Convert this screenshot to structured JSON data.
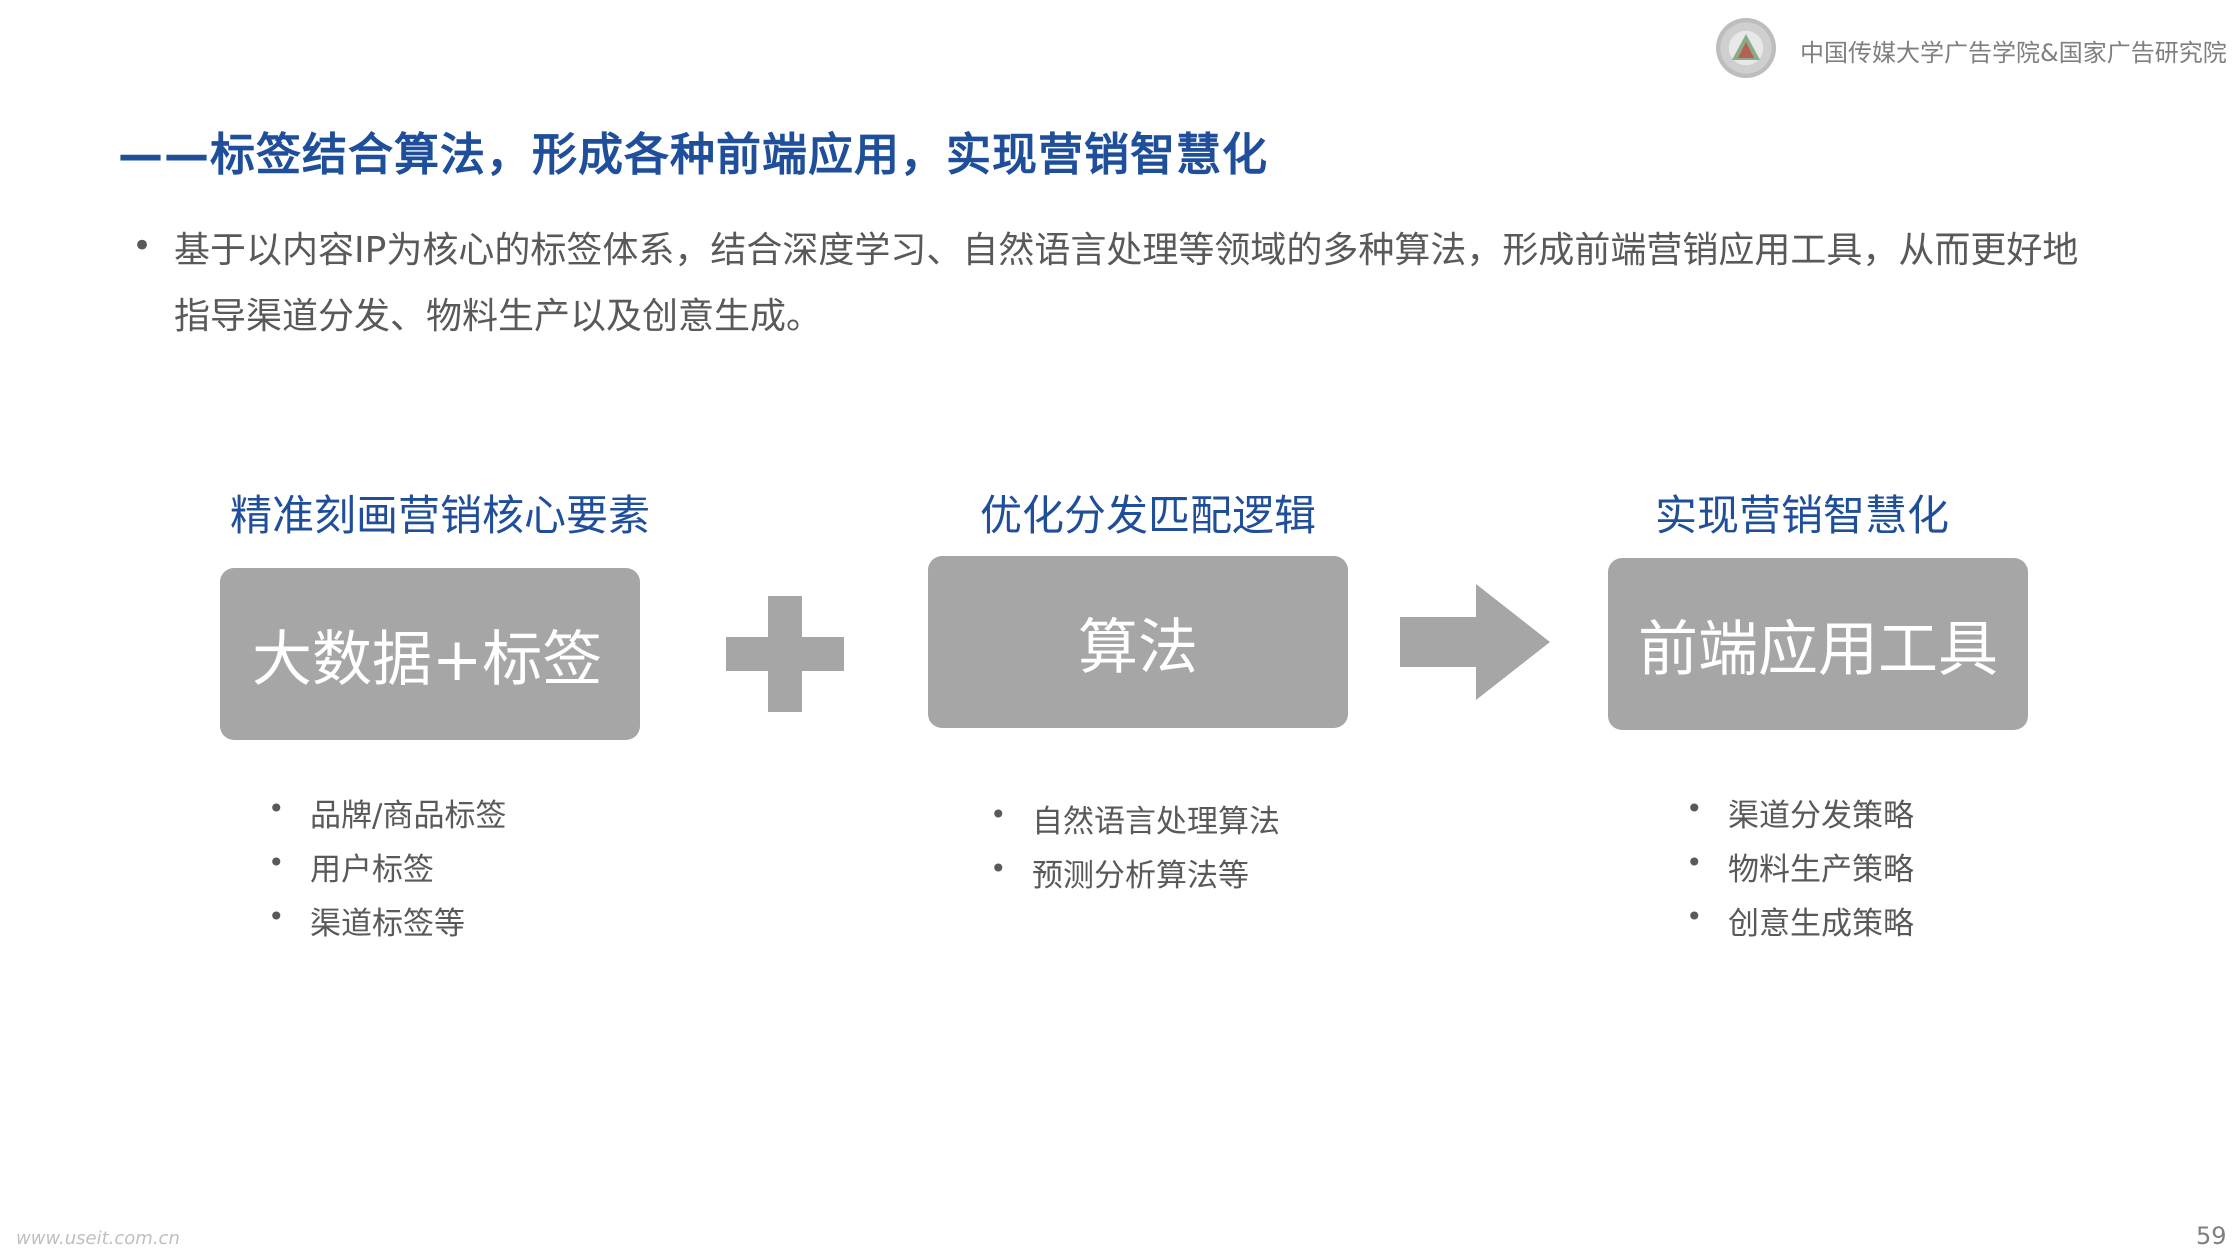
{
  "header": {
    "org": "中国传媒大学广告学院&国家广告研究院"
  },
  "title": "——标签结合算法，形成各种前端应用，实现营销智慧化",
  "intro": {
    "bullet": "•",
    "text": "基于以内容IP为核心的标签体系，结合深度学习、自然语言处理等领域的多种算法，形成前端营销应用工具，从而更好地指导渠道分发、物料生产以及创意生成。"
  },
  "columns": [
    {
      "heading": "精准刻画营销核心要素",
      "box": "大数据+标签",
      "items": [
        "品牌/商品标签",
        "用户标签",
        "渠道标签等"
      ]
    },
    {
      "heading": "优化分发匹配逻辑",
      "box": "算法",
      "items": [
        "自然语言处理算法",
        "预测分析算法等"
      ]
    },
    {
      "heading": "实现营销智慧化",
      "box": "前端应用工具",
      "items": [
        "渠道分发策略",
        "物料生产策略",
        "创意生成策略"
      ]
    }
  ],
  "operators": {
    "plus_icon": "plus-icon",
    "arrow_icon": "arrow-right-icon",
    "color": "#a6a6a6"
  },
  "colors": {
    "title": "#1f4e9a",
    "box": "#a6a6a6",
    "text": "#595959"
  },
  "footer": {
    "url": "www.useit.com.cn",
    "page_number": "59"
  }
}
